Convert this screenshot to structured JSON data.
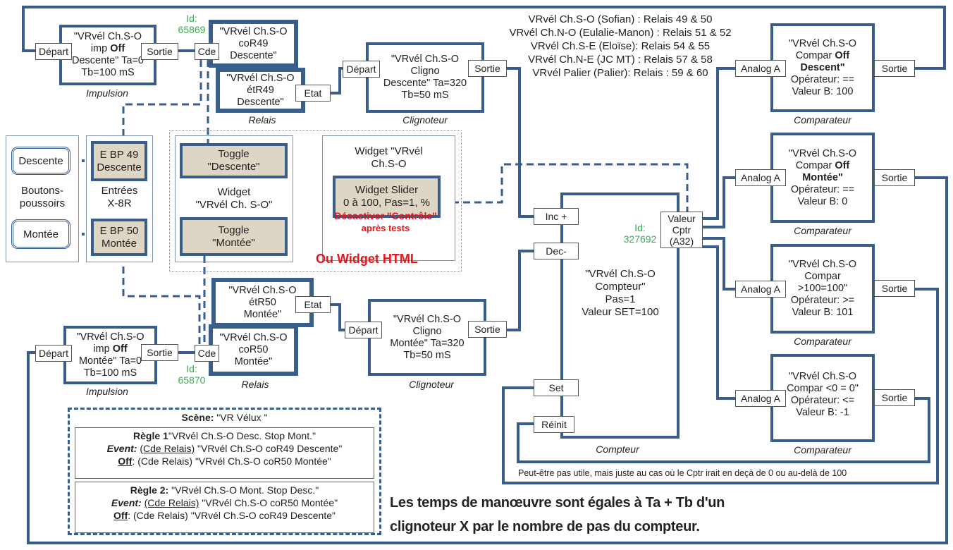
{
  "colors": {
    "wire": "#3a5e8c",
    "id": "#3aaa52",
    "warning": "#e8141a",
    "widget_fill": "#ddd6c4"
  },
  "impulse_top": {
    "lines": [
      "\"VRvél Ch.S-O",
      "imp ",
      "Off",
      "Descente\" Ta=0",
      "Tb=100 mS"
    ],
    "type": "Impulsion",
    "in": "Départ",
    "out": "Sortie"
  },
  "impulse_bottom": {
    "lines": [
      "\"VRvél Ch.S-O",
      "imp ",
      "Off",
      "Montée\" Ta=0",
      "Tb=100 mS"
    ],
    "type": "Impulsion",
    "in": "Départ",
    "out": "Sortie"
  },
  "relay_top": {
    "id_label": "Id:",
    "id": "65869",
    "cmd_port": "Cde",
    "co": [
      "\"VRvél Ch.S-O",
      "coR49",
      "Descente\""
    ],
    "et": [
      "\"VRvél Ch.S-O",
      "étR49",
      "Descente\""
    ],
    "state_port": "Etat",
    "type": "Relais"
  },
  "relay_bottom": {
    "id_label": "Id:",
    "id": "65870",
    "cmd_port": "Cde",
    "co": [
      "\"VRvél Ch.S-O",
      "coR50",
      "Montée\""
    ],
    "et": [
      "\"VRvél Ch.S-O",
      "étR50",
      "Montée\""
    ],
    "state_port": "Etat",
    "type": "Relais"
  },
  "blinker_top": {
    "lines": [
      "\"VRvél Ch.S-O",
      "Cligno",
      "Descente\" Ta=320",
      "Tb=50 mS"
    ],
    "in": "Départ",
    "out": "Sortie",
    "type": "Clignoteur"
  },
  "blinker_bottom": {
    "lines": [
      "\"VRvél Ch.S-O",
      "Cligno",
      "Montée\" Ta=320",
      "Tb=50 mS"
    ],
    "in": "Départ",
    "out": "Sortie",
    "type": "Clignoteur"
  },
  "relay_list": [
    "VRvél Ch.S-O (Sofian) : Relais 49 & 50",
    "VRvél Ch.N-O (Eulalie-Manon) : Relais 51 & 52",
    "VRvél Ch.S-E (Eloïse): Relais 54 & 55",
    "VRvél Ch.N-E (JC MT) : Relais 57 & 58",
    "VRvél Palier (Palier): Relais : 59 & 60"
  ],
  "comparators": [
    {
      "l1": "\"VRvél Ch.S-O",
      "l2": "Compar ",
      "bold": "Off",
      "l3": "Descent\"",
      "op": "Opérateur: ==",
      "val": "Valeur B: 100",
      "in": "Analog A",
      "out": "Sortie",
      "type": "Comparateur"
    },
    {
      "l1": "\"VRvél Ch.S-O",
      "l2": "Compar ",
      "bold": "Off",
      "l3": "Montée\"",
      "op": "Opérateur: ==",
      "val": "Valeur B: 0",
      "in": "Analog A",
      "out": "Sortie",
      "type": "Comparateur"
    },
    {
      "l1": "\"VRvél Ch.S-O",
      "l2": "Compar",
      "bold": "",
      "l3": ">100=100\"",
      "op": "Opérateur: >=",
      "val": "Valeur B: 101",
      "in": "Analog A",
      "out": "Sortie",
      "type": "Comparateur"
    },
    {
      "l1": "\"VRvél Ch.S-O",
      "l2": "Compar <0 = 0\"",
      "bold": "",
      "l3": "",
      "op": "Opérateur: <=",
      "val": "Valeur B: -1",
      "in": "Analog A",
      "out": "Sortie",
      "type": "Comparateur"
    }
  ],
  "counter": {
    "lines": [
      "\"VRvél Ch.S-O",
      "Compteur\"",
      "Pas=1",
      "Valeur SET=100"
    ],
    "inc": "Inc +",
    "dec": "Dec-",
    "set": "Set",
    "reset": "Réinit",
    "value_port": [
      "Valeur",
      "Cptr",
      "(A32)"
    ],
    "id_label": "Id:",
    "id": "327692",
    "type": "Compteur"
  },
  "buttons": {
    "down": "Descente",
    "up": "Montée",
    "caption": [
      "Boutons-",
      "poussoirs"
    ]
  },
  "inputs": {
    "in49": [
      "E BP 49",
      "Descente"
    ],
    "in50": [
      "E BP 50",
      "Montée"
    ],
    "caption": [
      "Entrées",
      "X-8R"
    ]
  },
  "widget": {
    "toggle_down": [
      "Toggle",
      "\"Descente\""
    ],
    "toggle_up": [
      "Toggle",
      "\"Montée\""
    ],
    "caption": [
      "Widget",
      "\"VRvél Ch. S-O\""
    ],
    "slider_title": [
      "Widget \"VRvél",
      "Ch.S-O"
    ],
    "slider": [
      "Widget Slider",
      "0 à 100, Pas=1, %"
    ],
    "warning": [
      "Désactiver \"Contrôle\"",
      "après tests"
    ],
    "html_alt": "Ou Widget HTML"
  },
  "scene": {
    "title_b": "Scène:",
    "title": " \"VR Vélux \"",
    "rule1": {
      "t_b": "Règle 1",
      "t": "\"VRvél Ch.S-O Desc. Stop Mont.\"",
      "ev_b": "Event:",
      "ev_u": "(Cde Relais)",
      "ev": " \"VRvél Ch.S-O coR49 Descente\"",
      "off_b": "Off",
      "off_u": ": (Cde Relais)",
      "off": " \"VRvél Ch.S-O coR50 Montée\""
    },
    "rule2": {
      "t_b": "Règle 2:",
      "t": " \"VRvél Ch.S-O Mont. Stop Desc.\"",
      "ev_b": "Event:",
      "ev_u": "(Cde Relais)",
      "ev": " \"VRvél Ch.S-O coR50 Montée\"",
      "off_b": "Off",
      "off_u": ": (Cde Relais)",
      "off": " \"VRvél Ch.S-O coR49 Descente\""
    }
  },
  "note_loop": "Peut-être pas utile, mais juste au cas où le Cptr irait en deçà de 0 ou au-delà de 100",
  "note_main": [
    "Les temps de manœuvre sont égales à Ta + Tb d'un",
    "clignoteur X par le nombre de pas du compteur."
  ]
}
